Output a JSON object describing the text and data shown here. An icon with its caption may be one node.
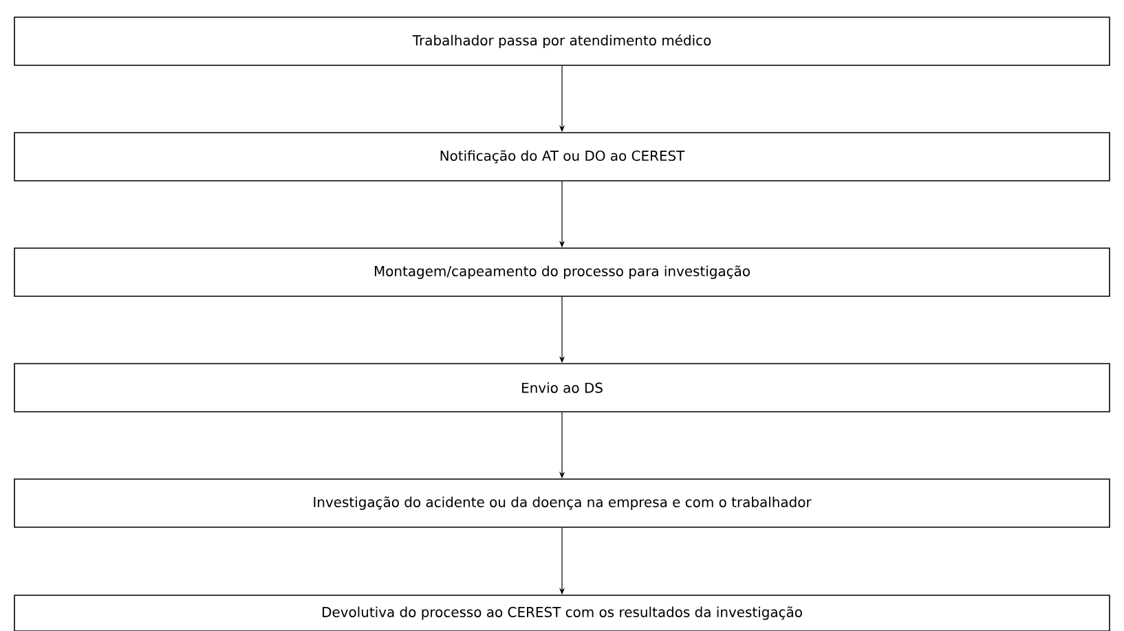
{
  "diagram": {
    "nodes": [
      {
        "text": [
          "Trabalhador passa por atendimento médico"
        ]
      },
      {
        "text": [
          "Notificação do AT ou DO ao CEREST"
        ]
      },
      {
        "text": [
          "Montagem/capeamento do processo para investigação"
        ]
      },
      {
        "text": [
          "Envio ao DS"
        ]
      },
      {
        "text": [
          "Investigação do acidente ou da doença na empresa e com o trabalhador"
        ]
      },
      {
        "text": [
          "Devolutiva do processo ao CEREST com os resultados da investigação"
        ]
      }
    ],
    "edges": [
      {
        "from": 0,
        "to": 1,
        "arrow": "to"
      },
      {
        "from": 1,
        "to": 2,
        "arrow": "to"
      },
      {
        "from": 2,
        "to": 3,
        "arrow": "to"
      },
      {
        "from": 3,
        "to": 4,
        "arrow": "to"
      },
      {
        "from": 4,
        "to": 5,
        "arrow": "to"
      }
    ]
  }
}
